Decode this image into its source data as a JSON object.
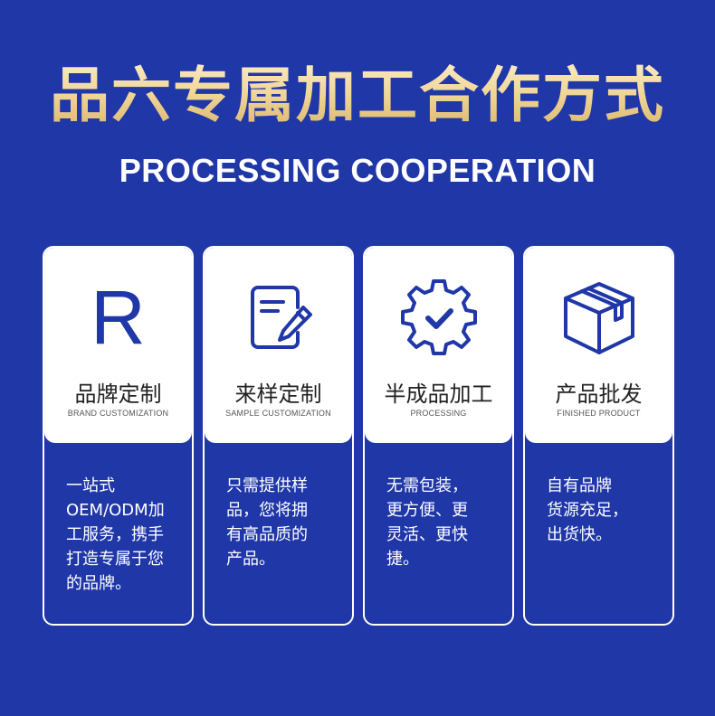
{
  "header": {
    "title": "品六专属加工合作方式",
    "subtitle": "PROCESSING COOPERATION"
  },
  "colors": {
    "background": "#2037a8",
    "accent_gold": "#f0d596",
    "card_top": "#ffffff"
  },
  "cards": [
    {
      "icon": "brand-r-icon",
      "icon_text": "R",
      "name": "品牌定制",
      "en": "BRAND CUSTOMIZATION",
      "desc": "一站式\nOEM/ODM加\n工服务，携手\n打造专属于您\n的品牌。"
    },
    {
      "icon": "document-pen-icon",
      "name": "来样定制",
      "en": "SAMPLE CUSTOMIZATION",
      "desc": "只需提供样\n品，您将拥\n有高品质的\n产品。"
    },
    {
      "icon": "gear-check-icon",
      "name": "半成品加工",
      "en": "PROCESSING",
      "desc": "无需包装，\n更方便、更\n灵活、更快\n捷。"
    },
    {
      "icon": "box-icon",
      "name": "产品批发",
      "en": "FINISHED PRODUCT",
      "desc": "自有品牌\n货源充足，\n出货快。"
    }
  ]
}
